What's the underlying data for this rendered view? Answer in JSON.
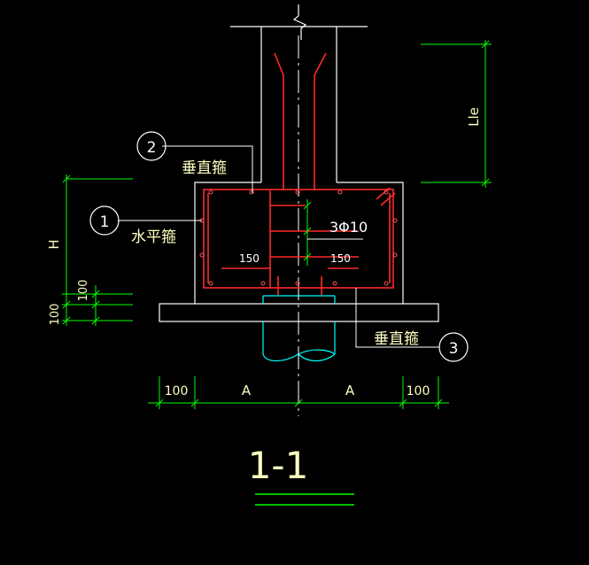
{
  "colors": {
    "background": "#000000",
    "outline": "#ffffff",
    "rebar": "#ff2a2a",
    "dimension": "#00ff00",
    "text": "#ffffc0",
    "dim_text": "#ffffff",
    "pile": "#00ffff"
  },
  "title": "1-1",
  "callouts": [
    {
      "number": "1",
      "label": "水平箍"
    },
    {
      "number": "2",
      "label": "垂直箍"
    },
    {
      "number": "3",
      "label": "垂直箍"
    }
  ],
  "rebar_label": "3Φ10",
  "spacing_left": "150",
  "spacing_right": "150",
  "dimensions": {
    "lle": "Lle",
    "height": "H",
    "cushion_top": "100",
    "cushion_bottom": "100",
    "bottom_left_edge": "100",
    "bottom_a_left": "A",
    "bottom_a_right": "A",
    "bottom_right_edge": "100"
  }
}
